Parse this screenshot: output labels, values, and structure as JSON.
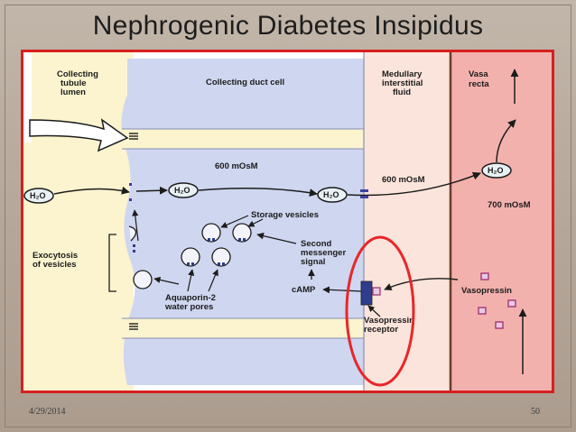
{
  "slide": {
    "title": "Nephrogenic Diabetes Insipidus",
    "date": "4/29/2014",
    "page_number": "50"
  },
  "diagram": {
    "labels": {
      "lumen_line1": "Collecting",
      "lumen_line2": "tubule",
      "lumen_line3": "lumen",
      "cell": "Collecting duct cell",
      "medullary_line1": "Medullary",
      "medullary_line2": "interstitial",
      "medullary_line3": "fluid",
      "vasa_line1": "Vasa",
      "vasa_line2": "recta",
      "osm_cell": "600 mOsM",
      "osm_medullary": "600 mOsM",
      "osm_vasa": "700 mOsM",
      "h2o": "H₂O",
      "storage": "Storage vesicles",
      "second_line1": "Second",
      "second_line2": "messenger",
      "second_line3": "signal",
      "camp": "cAMP",
      "exo_line1": "Exocytosis",
      "exo_line2": "of vesicles",
      "aqp_line1": "Aquaporin-2",
      "aqp_line2": "water pores",
      "vasopressin": "Vasopressin",
      "receptor_line1": "Vasopressin",
      "receptor_line2": "receptor"
    },
    "colors": {
      "lumen": "#fbf4cf",
      "cell": "#cfd6ef",
      "medullary": "#fbe4db",
      "vasa": "#f3b1ad",
      "frame": "#d6201f",
      "highlight_circle": "#e8262a",
      "receptor": "#2e3d8c",
      "vasopressin_marker": "#a03a78"
    }
  }
}
